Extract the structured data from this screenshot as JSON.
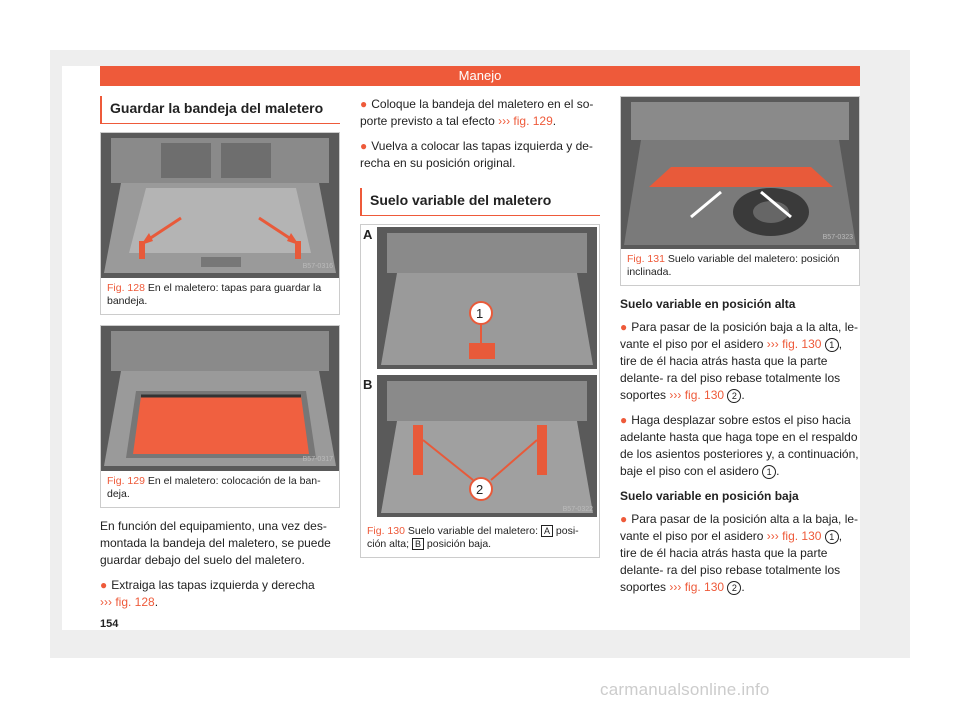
{
  "header": {
    "section": "Manejo"
  },
  "section1": {
    "title": "Guardar la bandeja del maletero"
  },
  "fig128": {
    "code": "B57-0316",
    "num": "Fig. 128",
    "caption": "En el maletero: tapas para guardar la bandeja."
  },
  "fig129": {
    "code": "B57-0317",
    "num": "Fig. 129",
    "caption": "En el maletero: colocación de la ban- deja."
  },
  "col1": {
    "intro": "En función del equipamiento, una vez des- montada la bandeja del maletero, se puede guardar debajo del suelo del maletero.",
    "bullet1_text": "Extraiga las tapas izquierda y derecha",
    "bullet1_ref": "››› fig. 128",
    "bullet1_end": "."
  },
  "col2": {
    "bullet2_text": "Coloque la bandeja del maletero en el so- porte previsto a tal efecto",
    "bullet2_ref": "››› fig. 129",
    "bullet2_end": ".",
    "bullet3_text": "Vuelva a colocar las tapas izquierda y de- recha en su posición original."
  },
  "section2": {
    "title": "Suelo variable del maletero"
  },
  "fig130": {
    "code": "B57-0322",
    "label_a": "A",
    "label_b": "B",
    "marker1": "1",
    "marker2": "2",
    "num": "Fig. 130",
    "caption_1": "Suelo variable del maletero:",
    "caption_a": "A",
    "caption_2": "posi- ción alta;",
    "caption_b": "B",
    "caption_3": "posición baja."
  },
  "fig131": {
    "code": "B57-0323",
    "num": "Fig. 131",
    "caption": "Suelo variable del maletero: posición inclinada."
  },
  "col3": {
    "sub_alta": "Suelo variable en posición alta",
    "a1_text": "Para pasar de la posición baja a la alta, le- vante el piso por el asidero",
    "a1_ref": "››› fig. 130",
    "a1_num": "1",
    "a1_text2": ", tire de él hacia atrás hasta que la parte delante- ra del piso rebase totalmente los soportes",
    "a1_ref2": "››› fig. 130",
    "a1_num2": "2",
    "a1_end": ".",
    "a2_text": "Haga desplazar sobre estos el piso hacia adelante hasta que haga tope en el respaldo de los asientos posteriores y, a continuación, baje el piso con el asidero",
    "a2_num": "1",
    "a2_end": ".",
    "sub_baja": "Suelo variable en posición baja",
    "b1_text": "Para pasar de la posición alta a la baja, le- vante el piso por el asidero",
    "b1_ref": "››› fig. 130",
    "b1_num": "1",
    "b1_text2": ", tire de él hacia atrás hasta que la parte delante- ra del piso rebase totalmente los soportes",
    "b1_ref2": "››› fig. 130",
    "b1_num2": "2",
    "b1_end": "."
  },
  "page_number": "154",
  "watermark": "carmanualsonline.info",
  "colors": {
    "accent": "#ee5a3a",
    "sheet": "#eeeeee"
  }
}
